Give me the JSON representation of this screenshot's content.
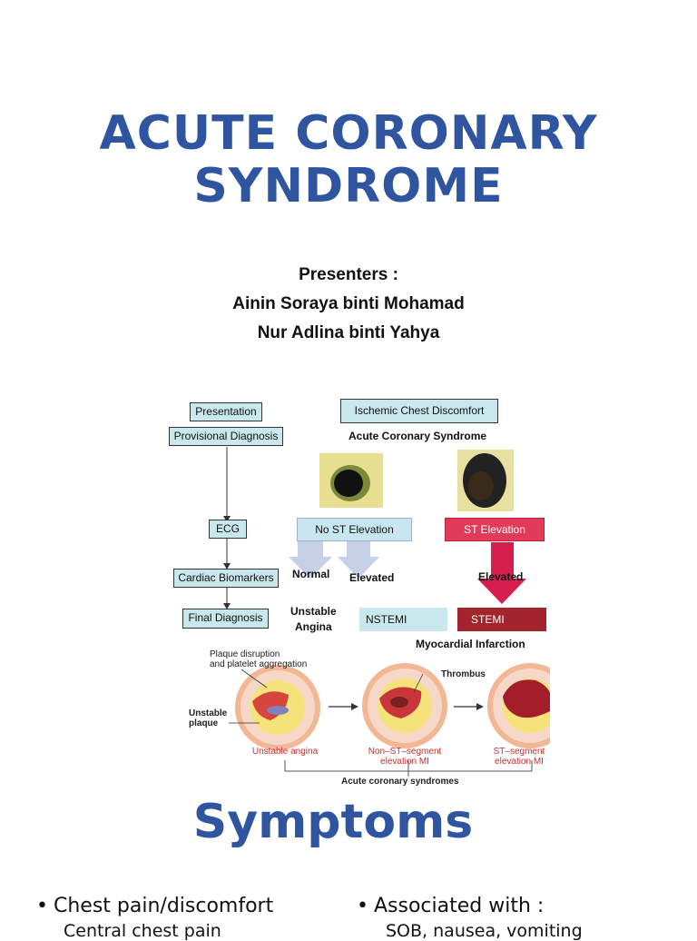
{
  "title": {
    "line1": "ACUTE CORONARY",
    "line2": "SYNDROME"
  },
  "presenters": {
    "heading": "Presenters :",
    "names": [
      "Ainin Soraya binti Mohamad",
      "Nur Adlina binti Yahya"
    ]
  },
  "diagram": {
    "left_column": [
      "Presentation",
      "Provisional Diagnosis",
      "ECG",
      "Cardiac Biomarkers",
      "Final Diagnosis"
    ],
    "top_box": "Ischemic Chest Discomfort",
    "acs_label": "Acute Coronary Syndrome",
    "no_st": "No ST Elevation",
    "st": "ST Elevation",
    "normal": "Normal",
    "elevated_left": "Elevated",
    "elevated_right": "Elevated",
    "unstable_angina": [
      "Unstable",
      "Angina"
    ],
    "nstemi": "NSTEMI",
    "stemi": "STEMI",
    "mi_label": "Myocardial Infarction",
    "plaque_label": [
      "Plaque disruption",
      "and platelet aggregation"
    ],
    "thrombus": "Thrombus",
    "unstable_plaque": [
      "Unstable",
      "plaque"
    ],
    "stage1": "Unstable angina",
    "stage2": [
      "Non–ST–segment",
      "elevation MI"
    ],
    "stage3": [
      "ST–segment",
      "elevation MI"
    ],
    "bottom_label": "Acute coronary syndromes",
    "colors": {
      "box_fill": "#c8e8ee",
      "stemi_box": "#a3242c",
      "st_box": "#e23b5a",
      "arrow_pale": "#c6d0e6",
      "arrow_red": "#d61f4e"
    }
  },
  "symptoms": {
    "heading": "Symptoms",
    "bullet1": "Chest pain/discomfort",
    "bullet1_sub": "Central chest pain",
    "bullet2": "Associated with :",
    "bullet2_sub": "SOB, nausea, vomiting"
  },
  "colors": {
    "heading": "#2f55a0"
  }
}
